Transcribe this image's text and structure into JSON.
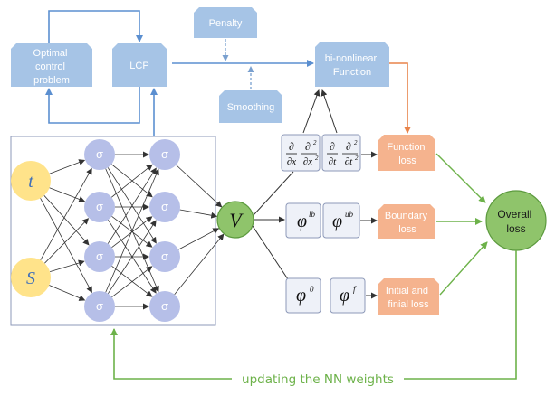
{
  "nodes": {
    "optimal_control": [
      "Optimal",
      "control",
      "problem"
    ],
    "lcp": "LCP",
    "penalty": "Penalty",
    "smoothing": "Smoothing",
    "bi_nonlinear": [
      "bi-nonlinear",
      "Function"
    ],
    "function_loss": [
      "Function",
      "loss"
    ],
    "boundary_loss": [
      "Boundary",
      "loss"
    ],
    "initial_final_loss": [
      "Initial and",
      "finial loss"
    ],
    "overall_loss": [
      "Overall",
      "loss"
    ],
    "v_node": "V",
    "sigma": "σ",
    "input_t": "t",
    "input_s": "S"
  },
  "math": {
    "phi": "φ",
    "sup_lb": "lb",
    "sup_ub": "ub",
    "sup_0": "0",
    "sup_f": "f",
    "d": "∂",
    "x": "∂x",
    "x2": "∂x",
    "t": "∂t",
    "t2": "∂t",
    "two": "2"
  },
  "footer": {
    "update_label": "updating the NN weights"
  },
  "colors": {
    "blue_box": "#a6c4e6",
    "blue_arrow": "#5b8fd0",
    "orange_box": "#f5b38e",
    "orange_arrow": "#e8834a",
    "green": "#8fc46b",
    "green_arrow": "#6db24a",
    "sigma_circle": "#b6bfe8",
    "input_circle": "#ffe38a"
  }
}
